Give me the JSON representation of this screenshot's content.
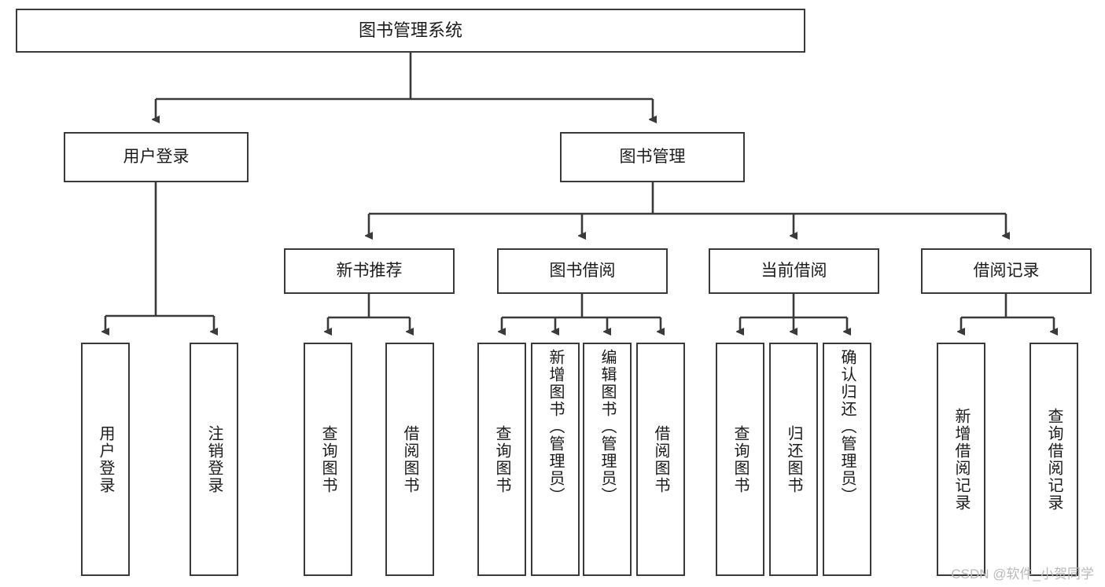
{
  "diagram": {
    "type": "tree-hierarchy-diagram",
    "title": "图书管理系统",
    "root": {
      "id": "root",
      "label": "图书管理系统"
    },
    "level2": [
      {
        "id": "user-login",
        "label": "用户登录"
      },
      {
        "id": "book-manage",
        "label": "图书管理"
      }
    ],
    "level3": [
      {
        "id": "new-book-rec",
        "label": "新书推荐",
        "parent": "book-manage"
      },
      {
        "id": "book-borrow",
        "label": "图书借阅",
        "parent": "book-manage"
      },
      {
        "id": "current-borrow",
        "label": "当前借阅",
        "parent": "book-manage"
      },
      {
        "id": "borrow-record",
        "label": "借阅记录",
        "parent": "book-manage"
      }
    ],
    "leaves": [
      {
        "id": "leaf-user-login",
        "label": "用户登录",
        "parent": "user-login"
      },
      {
        "id": "leaf-logout",
        "label": "注销登录",
        "parent": "user-login"
      },
      {
        "id": "leaf-query-book-1",
        "label": "查询图书",
        "parent": "new-book-rec"
      },
      {
        "id": "leaf-borrow-book-1",
        "label": "借阅图书",
        "parent": "new-book-rec"
      },
      {
        "id": "leaf-query-book-2",
        "label": "查询图书",
        "parent": "book-borrow"
      },
      {
        "id": "leaf-add-book",
        "label": "新增图书（管理员）",
        "parent": "book-borrow"
      },
      {
        "id": "leaf-edit-book",
        "label": "编辑图书（管理员）",
        "parent": "book-borrow"
      },
      {
        "id": "leaf-borrow-book-2",
        "label": "借阅图书",
        "parent": "book-borrow"
      },
      {
        "id": "leaf-query-book-3",
        "label": "查询图书",
        "parent": "current-borrow"
      },
      {
        "id": "leaf-return-book",
        "label": "归还图书",
        "parent": "current-borrow"
      },
      {
        "id": "leaf-confirm-return",
        "label": "确认归还（管理员）",
        "parent": "current-borrow"
      },
      {
        "id": "leaf-add-record",
        "label": "新增借阅记录",
        "parent": "borrow-record"
      },
      {
        "id": "leaf-query-record",
        "label": "查询借阅记录",
        "parent": "borrow-record"
      }
    ],
    "watermark": "CSDN @软件_小贺同学",
    "colors": {
      "stroke": "#3a3a3a",
      "fill": "#ffffff",
      "text": "#1b1b1b",
      "watermark": "#b9b9b9"
    }
  }
}
